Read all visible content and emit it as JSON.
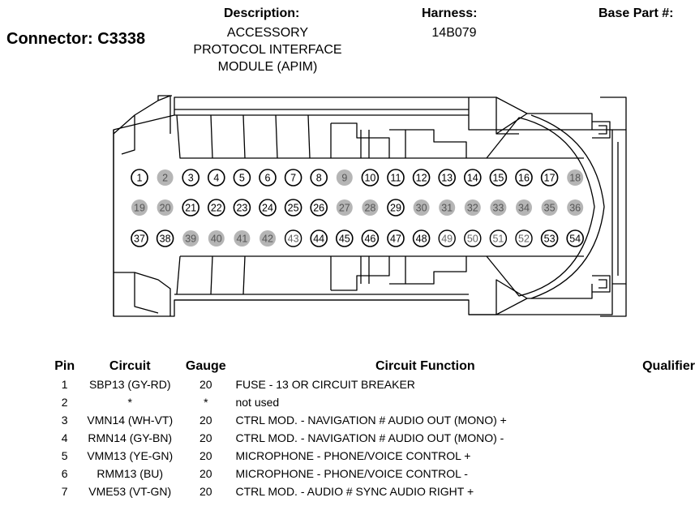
{
  "header": {
    "connector_title": "Connector: C3338",
    "description_label": "Description:",
    "description_lines": [
      "ACCESSORY",
      "PROTOCOL INTERFACE",
      "MODULE (APIM)"
    ],
    "harness_label": "Harness:",
    "harness_value": "14B079",
    "base_part_label": "Base Part #:"
  },
  "connector": {
    "rows": [
      [
        {
          "n": "1",
          "u": true
        },
        {
          "n": "2",
          "u": false
        },
        {
          "n": "3",
          "u": true
        },
        {
          "n": "4",
          "u": true
        },
        {
          "n": "5",
          "u": true
        },
        {
          "n": "6",
          "u": true
        },
        {
          "n": "7",
          "u": true
        },
        {
          "n": "8",
          "u": true
        },
        {
          "n": "9",
          "u": false
        },
        {
          "n": "10",
          "u": true
        },
        {
          "n": "11",
          "u": true
        },
        {
          "n": "12",
          "u": true
        },
        {
          "n": "13",
          "u": true
        },
        {
          "n": "14",
          "u": true
        },
        {
          "n": "15",
          "u": true
        },
        {
          "n": "16",
          "u": true
        },
        {
          "n": "17",
          "u": true
        },
        {
          "n": "18",
          "u": false
        }
      ],
      [
        {
          "n": "19",
          "u": false
        },
        {
          "n": "20",
          "u": false
        },
        {
          "n": "21",
          "u": true
        },
        {
          "n": "22",
          "u": true
        },
        {
          "n": "23",
          "u": true
        },
        {
          "n": "24",
          "u": true
        },
        {
          "n": "25",
          "u": true
        },
        {
          "n": "26",
          "u": true
        },
        {
          "n": "27",
          "u": false
        },
        {
          "n": "28",
          "u": false
        },
        {
          "n": "29",
          "u": true
        },
        {
          "n": "30",
          "u": false
        },
        {
          "n": "31",
          "u": false
        },
        {
          "n": "32",
          "u": false
        },
        {
          "n": "33",
          "u": false
        },
        {
          "n": "34",
          "u": false
        },
        {
          "n": "35",
          "u": false
        },
        {
          "n": "36",
          "u": false
        }
      ],
      [
        {
          "n": "37",
          "u": true
        },
        {
          "n": "38",
          "u": true
        },
        {
          "n": "39",
          "u": false
        },
        {
          "n": "40",
          "u": false
        },
        {
          "n": "41",
          "u": false
        },
        {
          "n": "42",
          "u": false
        },
        {
          "n": "43",
          "u": "o"
        },
        {
          "n": "44",
          "u": true
        },
        {
          "n": "45",
          "u": true
        },
        {
          "n": "46",
          "u": true
        },
        {
          "n": "47",
          "u": true
        },
        {
          "n": "48",
          "u": true
        },
        {
          "n": "49",
          "u": "o"
        },
        {
          "n": "50",
          "u": "o"
        },
        {
          "n": "51",
          "u": "o"
        },
        {
          "n": "52",
          "u": "o"
        },
        {
          "n": "53",
          "u": true
        },
        {
          "n": "54",
          "u": true
        }
      ]
    ]
  },
  "table": {
    "headers": {
      "pin": "Pin",
      "circuit": "Circuit",
      "gauge": "Gauge",
      "function": "Circuit Function",
      "qualifier": "Qualifier"
    },
    "rows": [
      {
        "pin": "1",
        "circuit": "SBP13 (GY-RD)",
        "gauge": "20",
        "function": "FUSE - 13 OR CIRCUIT BREAKER",
        "qualifier": ""
      },
      {
        "pin": "2",
        "circuit": "*",
        "gauge": "*",
        "function": "not used",
        "qualifier": ""
      },
      {
        "pin": "3",
        "circuit": "VMN14 (WH-VT)",
        "gauge": "20",
        "function": "CTRL MOD. - NAVIGATION # AUDIO OUT (MONO) +",
        "qualifier": ""
      },
      {
        "pin": "4",
        "circuit": "RMN14 (GY-BN)",
        "gauge": "20",
        "function": "CTRL MOD. - NAVIGATION # AUDIO OUT (MONO) -",
        "qualifier": ""
      },
      {
        "pin": "5",
        "circuit": "VMM13 (YE-GN)",
        "gauge": "20",
        "function": "MICROPHONE - PHONE/VOICE CONTROL +",
        "qualifier": ""
      },
      {
        "pin": "6",
        "circuit": "RMM13 (BU)",
        "gauge": "20",
        "function": "MICROPHONE - PHONE/VOICE CONTROL -",
        "qualifier": ""
      },
      {
        "pin": "7",
        "circuit": "VME53 (VT-GN)",
        "gauge": "20",
        "function": "CTRL MOD. - AUDIO # SYNC AUDIO RIGHT +",
        "qualifier": ""
      }
    ]
  },
  "colors": {
    "line": "#000000",
    "unused_fill": "#b5b5b5",
    "unused_text": "#555555",
    "outline_only_text": "#666666"
  }
}
